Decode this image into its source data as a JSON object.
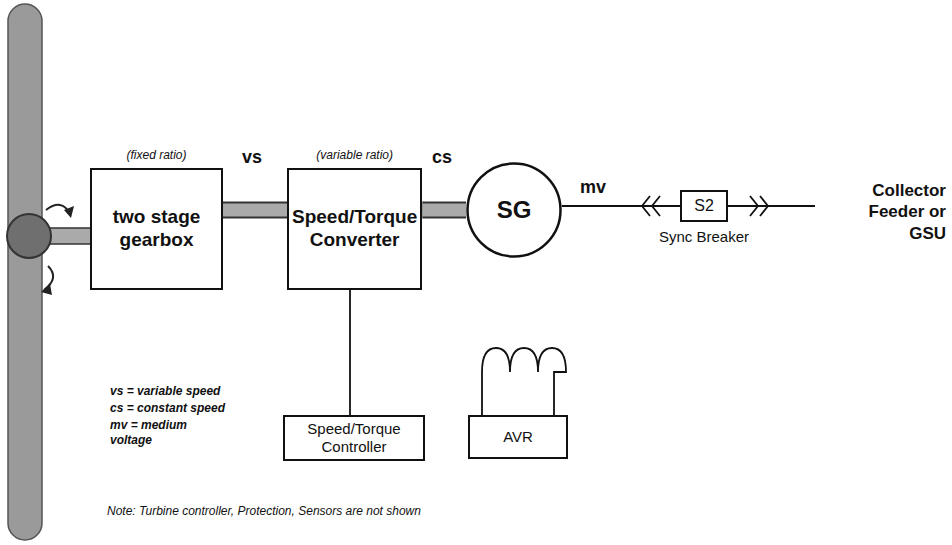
{
  "diagram": {
    "nodes": [
      {
        "text": [
          "(fixed ratio)",
          "two stage gearbox"
        ]
      },
      {
        "text": [
          "(variable ratio)",
          "Speed/Torque Converter"
        ]
      },
      {
        "text": [
          "Speed/Torque Controller"
        ]
      },
      {
        "text": [
          "SG"
        ]
      },
      {
        "text": [
          "AVR"
        ]
      },
      {
        "text": [
          "S2",
          "Sync Breaker"
        ]
      }
    ],
    "edges": [
      {
        "from": 0,
        "to": 1,
        "label": "vs",
        "arrow": "none"
      },
      {
        "from": 1,
        "to": 3,
        "label": "cs",
        "arrow": "none"
      },
      {
        "from": 1,
        "to": 2,
        "arrow": "none"
      },
      {
        "from": 3,
        "to": 5,
        "label": "mv",
        "arrow": "none"
      }
    ],
    "labels": [
      "vs = variable speed",
      "cs = constant speed",
      "mv = medium voltage",
      "Collector Feeder or GSU",
      "Note: Turbine controller, Protection, Sensors are not shown"
    ]
  }
}
